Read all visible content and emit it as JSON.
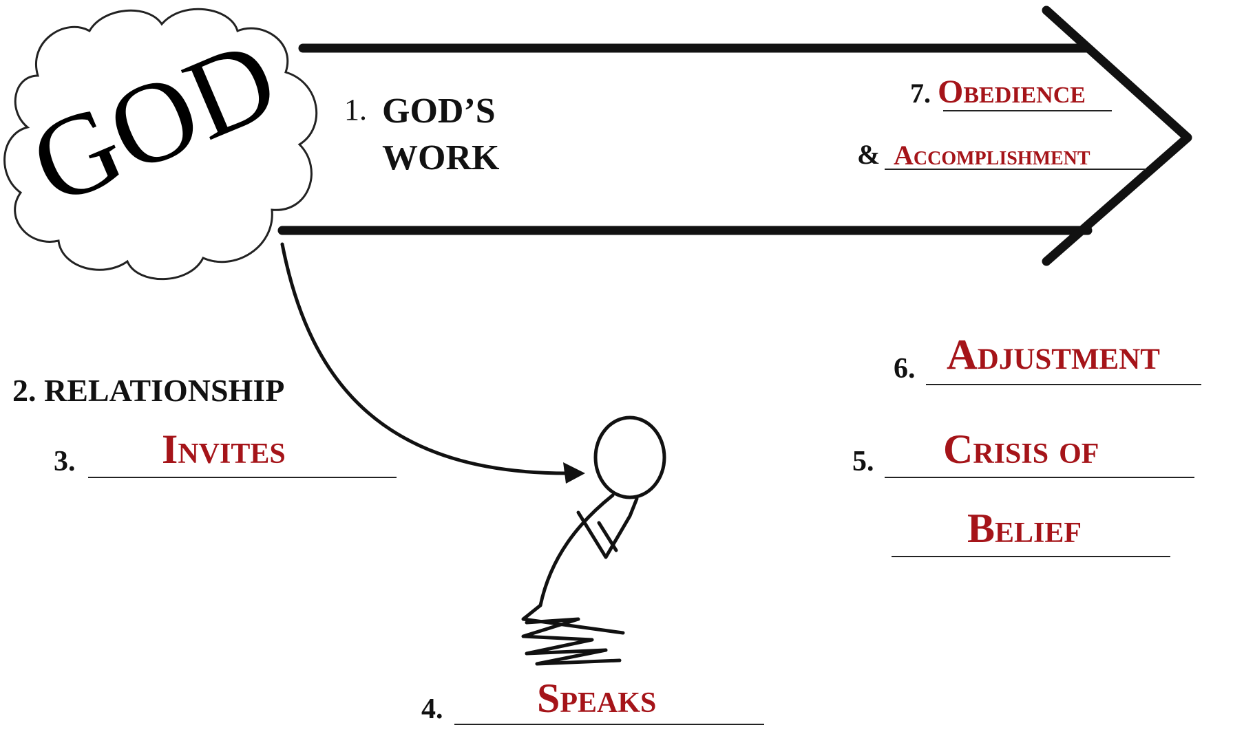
{
  "title_word": "GOD",
  "steps": {
    "s1_num": "1.",
    "s1_line1": "GOD’S",
    "s1_line2": "WORK",
    "s2_label": "2. RELATIONSHIP",
    "s3_num": "3.",
    "s3_answer": "Invites",
    "s4_num": "4.",
    "s4_answer": "Speaks",
    "s5_num": "5.",
    "s5_answer_line1": "Crisis of",
    "s5_answer_line2": "Belief",
    "s6_num": "6.",
    "s6_answer": "Adjustment",
    "s7_num": "7.",
    "s7_answer": "Obedience",
    "s7_amp": "&",
    "s7_answer2": "Accomplishment"
  },
  "colors": {
    "answer_text": "#a51419",
    "line_art": "#111111"
  },
  "icons": [
    "cloud-shape",
    "big-arrow",
    "curved-arrow",
    "kneeling-praying-figure"
  ]
}
